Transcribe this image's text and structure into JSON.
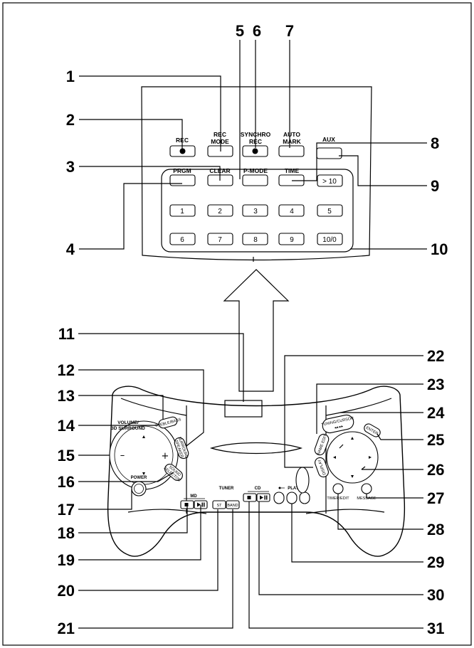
{
  "callouts": {
    "n1": "1",
    "n2": "2",
    "n3": "3",
    "n4": "4",
    "n5": "5",
    "n6": "6",
    "n7": "7",
    "n8": "8",
    "n9": "9",
    "n10": "10",
    "n11": "11",
    "n12": "12",
    "n13": "13",
    "n14": "14",
    "n15": "15",
    "n16": "16",
    "n17": "17",
    "n18": "18",
    "n19": "19",
    "n20": "20",
    "n21": "21",
    "n22": "22",
    "n23": "23",
    "n24": "24",
    "n25": "25",
    "n26": "26",
    "n27": "27",
    "n28": "28",
    "n29": "29",
    "n30": "30",
    "n31": "31"
  },
  "panel": {
    "rec": "REC",
    "rec_mode_1": "REC",
    "rec_mode_2": "MODE",
    "synchro_1": "SYNCHRO",
    "synchro_2": "REC",
    "auto_mark_1": "AUTO",
    "auto_mark_2": "MARK",
    "aux": "AUX",
    "prgm": "PRGM",
    "clear": "CLEAR",
    "p_mode": "P-MODE",
    "time": "TIME",
    "gt10": "> 10",
    "keys_row1": [
      "1",
      "2",
      "3",
      "4",
      "5"
    ],
    "keys_row2": [
      "6",
      "7",
      "8",
      "9",
      "10/0"
    ]
  },
  "remote": {
    "volume_1": "VOLUME/",
    "volume_2": "3D SURROUND",
    "vol_minus": "–",
    "vol_plus": "+",
    "power": "POWER",
    "md": "MD",
    "tuner": "TUNER",
    "cd": "CD",
    "play": "PLAY",
    "tuner_st": "ST",
    "tuner_band": "BAND",
    "tuning_cursor": "TUNING/CURSOR",
    "enter": "ENTER",
    "timer_edit": "TIMER/EDIT",
    "message": "MESSAGE",
    "name_edit": "NAME EDIT",
    "display": "DISPLAY",
    "treble_bass": "TREBLE/BASS",
    "surround_1": "SURROUND",
    "surround_2": "SPEAKER",
    "sound_1": "SOUND",
    "sound_2": "SELECTOR"
  }
}
